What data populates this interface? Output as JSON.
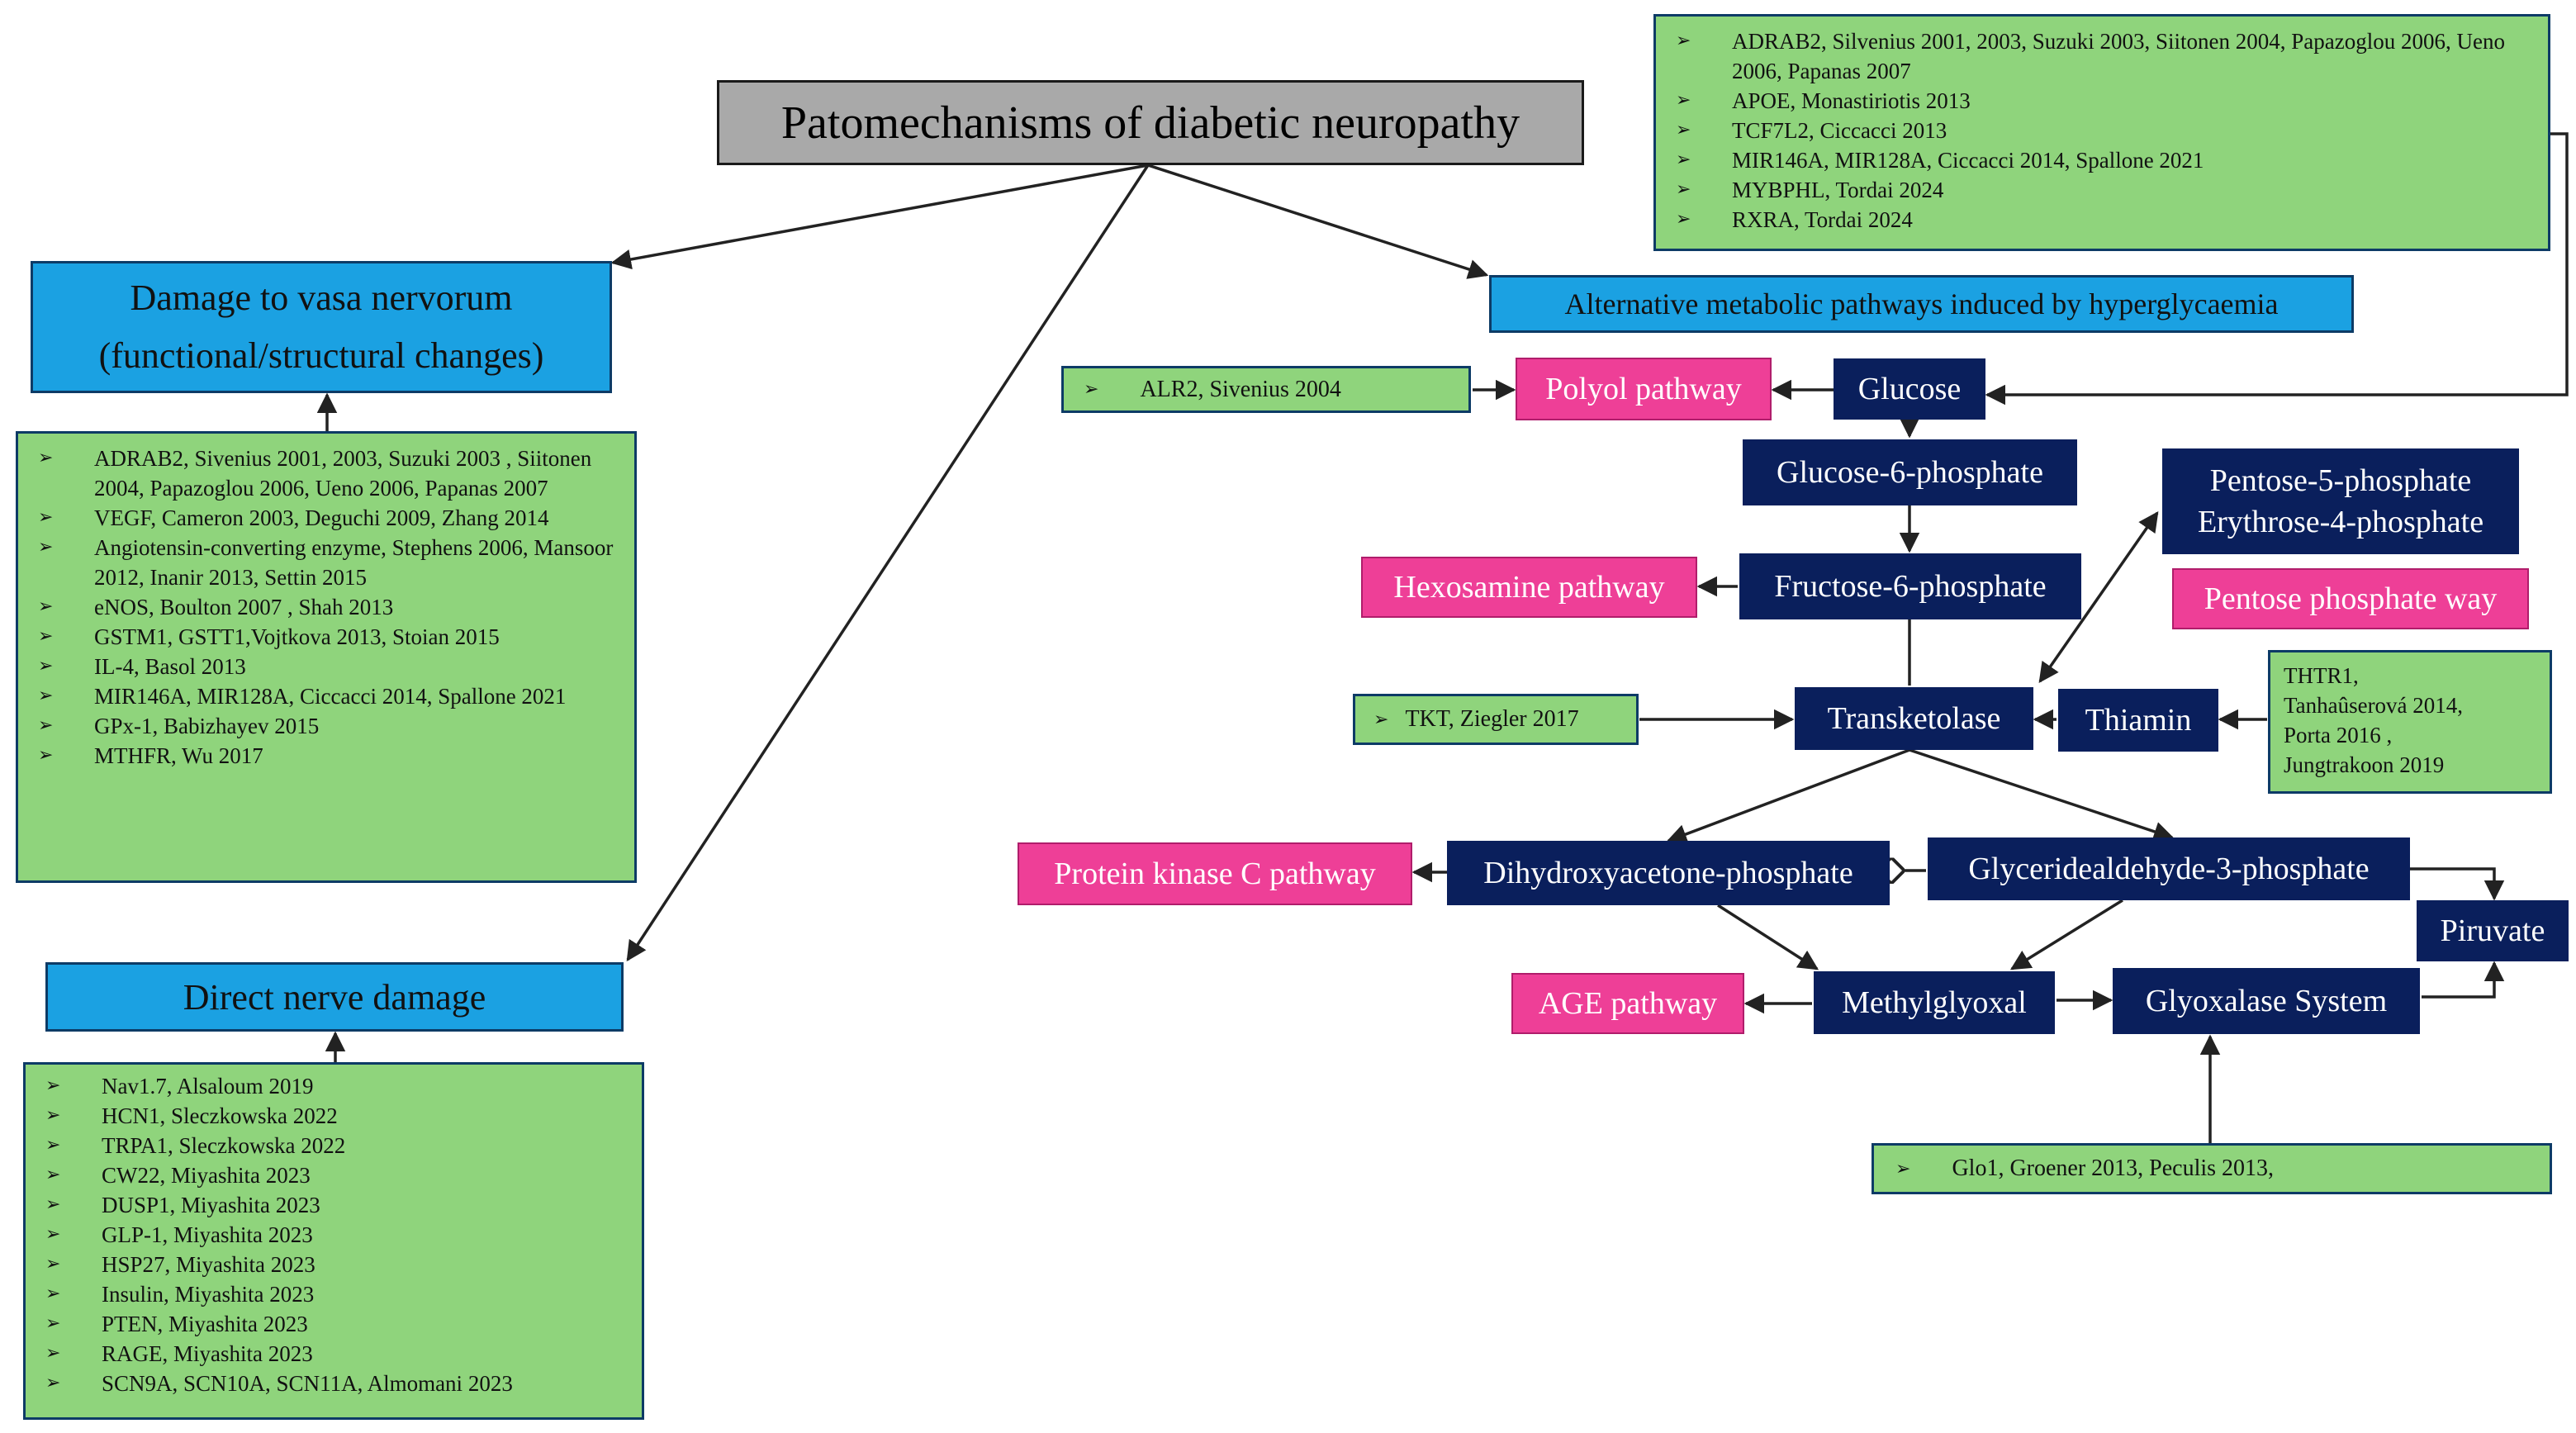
{
  "title": "Patomechanisms of diabetic neuropathy",
  "vasa": {
    "heading_line1": "Damage to vasa nervorum",
    "heading_line2": "(functional/structural changes)",
    "genes": [
      "ADRAB2, Sivenius 2001, 2003, Suzuki 2003 , Siitonen 2004, Papazoglou 2006, Ueno 2006, Papanas 2007",
      "VEGF, Cameron 2003, Deguchi 2009, Zhang 2014",
      "Angiotensin-converting enzyme, Stephens 2006, Mansoor 2012, Inanir 2013, Settin 2015",
      "eNOS, Boulton 2007 , Shah 2013",
      "GSTM1, GSTT1,Vojtkova 2013, Stoian 2015",
      "IL-4, Basol 2013",
      "MIR146A, MIR128A, Ciccacci 2014, Spallone 2021",
      "GPx-1, Babizhayev 2015",
      "MTHFR, Wu 2017"
    ]
  },
  "direct": {
    "heading": "Direct nerve damage",
    "genes": [
      "Nav1.7, Alsaloum 2019",
      "HCN1, Sleczkowska 2022",
      "TRPA1, Sleczkowska 2022",
      "CW22, Miyashita 2023",
      "DUSP1, Miyashita 2023",
      "GLP-1, Miyashita 2023",
      "HSP27, Miyashita 2023",
      "Insulin, Miyashita 2023",
      "PTEN, Miyashita 2023",
      "RAGE, Miyashita 2023",
      "SCN9A, SCN10A, SCN11A, Almomani 2023"
    ]
  },
  "alt": {
    "heading": "Alternative metabolic pathways induced by hyperglycaemia",
    "genes": [
      "ADRAB2, Silvenius 2001, 2003, Suzuki 2003, Siitonen 2004, Papazoglou 2006, Ueno 2006, Papanas 2007",
      "APOE, Monastiriotis 2013",
      "TCF7L2, Ciccacci 2013",
      "MIR146A, MIR128A, Ciccacci 2014, Spallone 2021",
      "MYBPHL, Tordai 2024",
      "RXRA, Tordai 2024"
    ]
  },
  "metabolites": {
    "glucose": "Glucose",
    "g6p": "Glucose-6-phosphate",
    "f6p": "Fructose-6-phosphate",
    "pentose_line1": "Pentose-5-phosphate",
    "pentose_line2": "Erythrose-4-phosphate",
    "transketolase": "Transketolase",
    "thiamin": "Thiamin",
    "dhap": "Dihydroxyacetone-phosphate",
    "gap": "Glyceridealdehyde-3-phosphate",
    "piruvate": "Piruvate",
    "methylglyoxal": "Methylglyoxal",
    "glyoxalase": "Glyoxalase System"
  },
  "pathways": {
    "polyol": "Polyol pathway",
    "hexosamine": "Hexosamine pathway",
    "pentose_way": "Pentose phosphate way",
    "pkc": "Protein kinase C pathway",
    "age": "AGE pathway"
  },
  "refs": {
    "alr2": "ALR2, Sivenius 2004",
    "tkt": "TKT, Ziegler 2017",
    "thtr1": [
      "THTR1,",
      "Tanhaûserová 2014,",
      "Porta 2016 ,",
      "Jungtrakoon 2019"
    ],
    "glo1": "Glo1, Groener 2013, Peculis 2013,"
  },
  "colors": {
    "title_fill": "#a9a9a9",
    "category_fill": "#1ba1e2",
    "metabolite_fill": "#0a1f5c",
    "pathway_fill": "#ee3f97",
    "gene_fill": "#8fd47c",
    "edge": "#222222"
  }
}
